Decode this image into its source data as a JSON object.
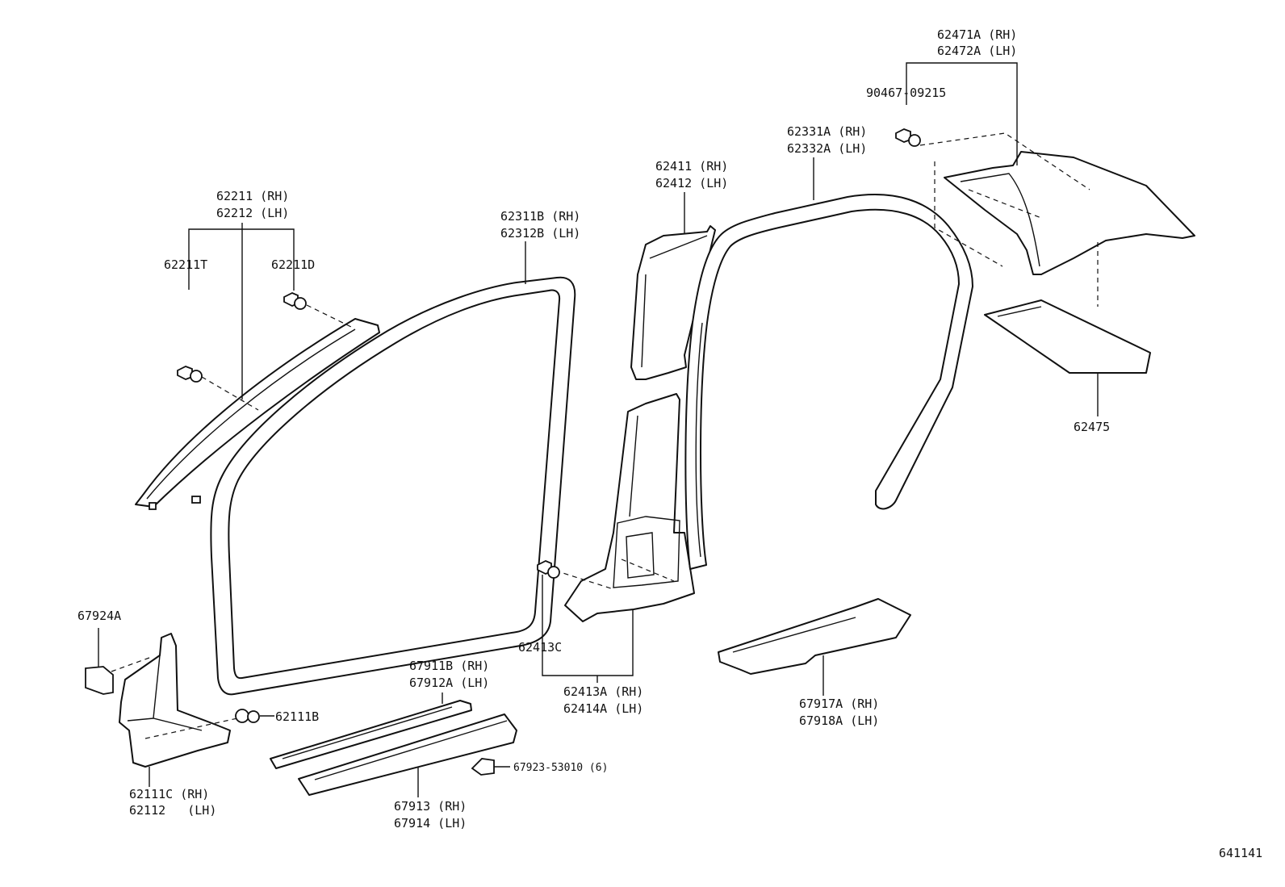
{
  "diagram_id": "641141",
  "callouts": [
    {
      "id": "c-62211",
      "lines": [
        "62211 (RH)",
        "62212 (LH)"
      ]
    },
    {
      "id": "c-62211T",
      "lines": [
        "62211T"
      ]
    },
    {
      "id": "c-62211D",
      "lines": [
        "62211D"
      ]
    },
    {
      "id": "c-62311B",
      "lines": [
        "62311B (RH)",
        "62312B (LH)"
      ]
    },
    {
      "id": "c-62411",
      "lines": [
        "62411 (RH)",
        "62412 (LH)"
      ]
    },
    {
      "id": "c-62331A",
      "lines": [
        "62331A (RH)",
        "62332A (LH)"
      ]
    },
    {
      "id": "c-62471A",
      "lines": [
        "62471A (RH)",
        "62472A (LH)"
      ]
    },
    {
      "id": "c-90467",
      "lines": [
        "90467-09215"
      ]
    },
    {
      "id": "c-62475",
      "lines": [
        "62475"
      ]
    },
    {
      "id": "c-67924A",
      "lines": [
        "67924A"
      ]
    },
    {
      "id": "c-62111B",
      "lines": [
        "62111B"
      ]
    },
    {
      "id": "c-62111C",
      "lines": [
        "62111C (RH)",
        "62112   (LH)"
      ]
    },
    {
      "id": "c-67911B",
      "lines": [
        "67911B (RH)",
        "67912A (LH)"
      ]
    },
    {
      "id": "c-67913",
      "lines": [
        "67913 (RH)",
        "67914 (LH)"
      ]
    },
    {
      "id": "c-67923",
      "lines": [
        "67923-53010 (6)"
      ]
    },
    {
      "id": "c-62413C",
      "lines": [
        "62413C"
      ]
    },
    {
      "id": "c-62413A",
      "lines": [
        "62413A (RH)",
        "62414A (LH)"
      ]
    },
    {
      "id": "c-67917A",
      "lines": [
        "67917A (RH)",
        "67918A (LH)"
      ]
    }
  ]
}
